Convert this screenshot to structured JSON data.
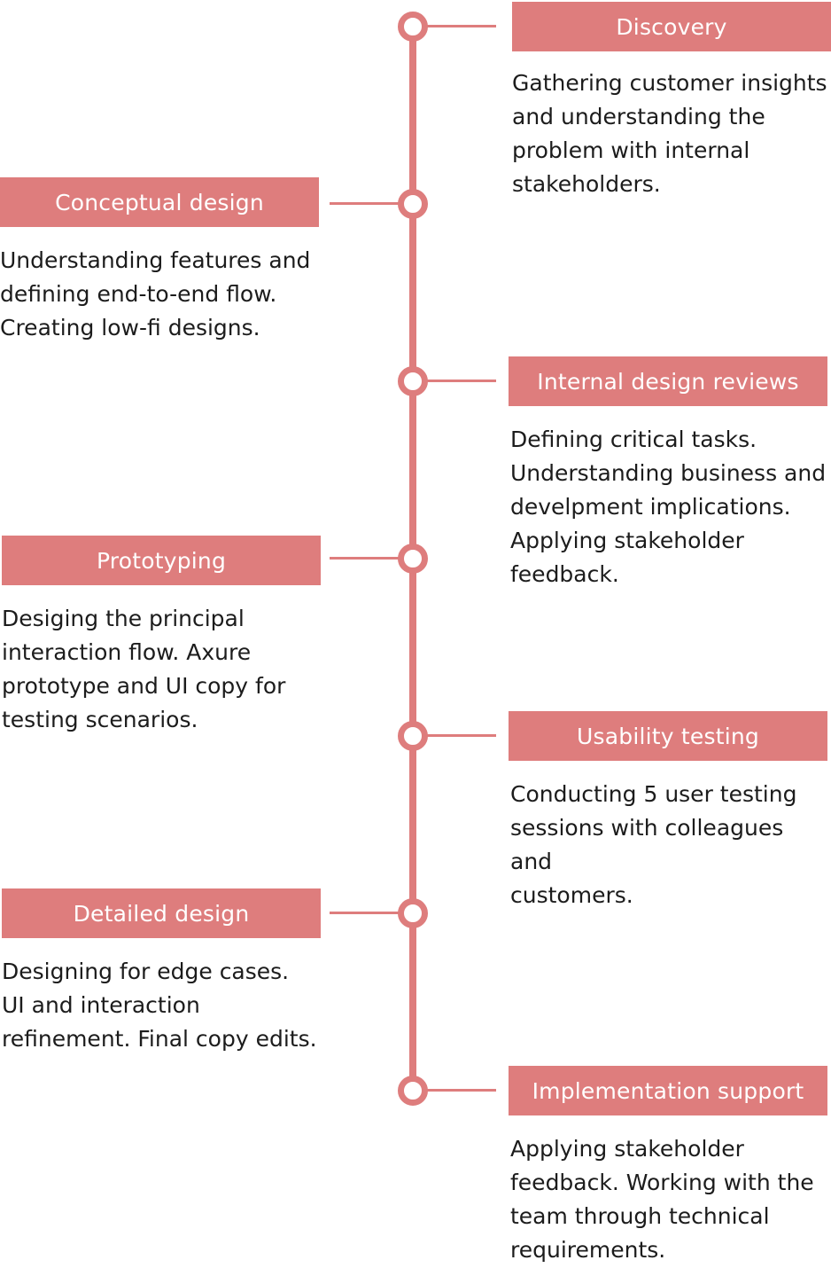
{
  "colors": {
    "accent": "#de7d7d",
    "header_text": "#ffffff",
    "body_text": "#1c1c1c",
    "background": "#ffffff"
  },
  "stages": [
    {
      "title": "Discovery",
      "description": "Gathering customer insights\nand understanding the\nproblem with internal\nstakeholders."
    },
    {
      "title": "Conceptual design",
      "description": "Understanding features and\ndefining end-to-end flow.\nCreating low-fi designs."
    },
    {
      "title": "Internal design reviews",
      "description": "Defining critical tasks.\nUnderstanding business and\ndevelpment implications.\nApplying stakeholder\nfeedback."
    },
    {
      "title": "Prototyping",
      "description": "Desiging the principal\ninteraction flow. Axure\nprototype and UI copy for\ntesting scenarios."
    },
    {
      "title": "Usability testing",
      "description": "Conducting 5 user testing\nsessions with colleagues and\ncustomers."
    },
    {
      "title": "Detailed design",
      "description": "Designing for edge cases.\nUI and interaction\nrefinement. Final copy edits."
    },
    {
      "title": "Implementation support",
      "description": "Applying stakeholder\nfeedback. Working with the\nteam through technical\nrequirements."
    }
  ]
}
